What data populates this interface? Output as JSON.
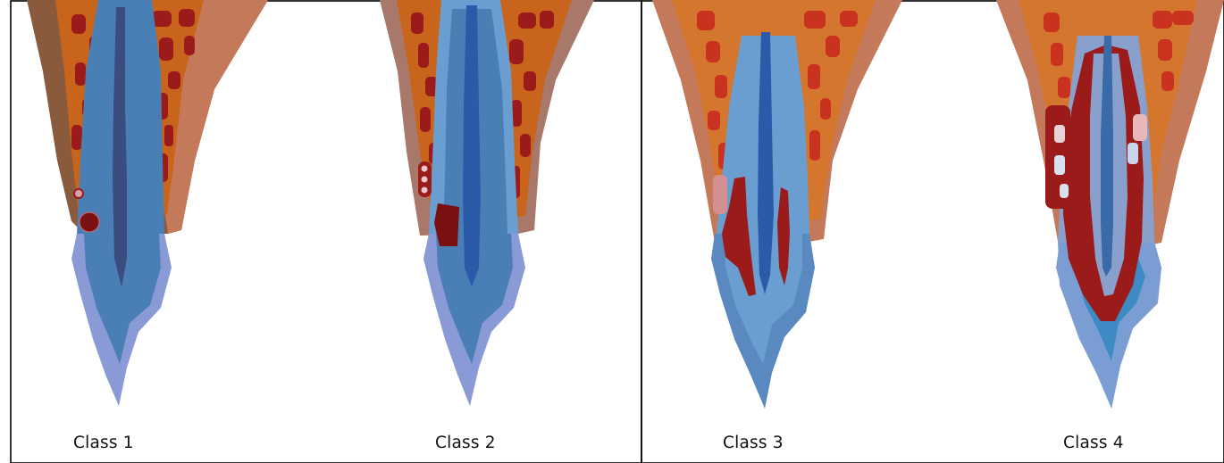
{
  "captions": {
    "class1": "Class 1",
    "class2": "Class 2",
    "class3": "Class 3",
    "class4": "Class 4"
  },
  "colors": {
    "bone_marrow_orange": "#c8641c",
    "bone_brown": "#9a6a4a",
    "gum_tan": "#c47a5a",
    "marrow_red": "#9b1a1a",
    "root_blue": "#4a7fb5",
    "root_light_blue": "#6a9ed0",
    "enamel_lavender": "#8a9ad6",
    "canal_dark_blue": "#3b4c80",
    "canal_bright_blue": "#2a5aa8",
    "resorption_dark_red": "#7a1010",
    "panel_border": "#000000"
  }
}
